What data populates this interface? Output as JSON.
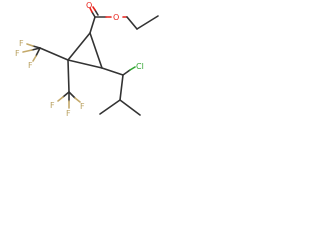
{
  "molecule": {
    "atoms": {
      "o_carbonyl": "O",
      "o_ester": "O",
      "f_left_top": "F",
      "f_left_mid": "F",
      "f_left_bot": "F",
      "f_bot_left": "F",
      "f_bot_mid": "F",
      "f_bot_right": "F",
      "cl": "Cl"
    },
    "colors": {
      "bond": "#333333",
      "oxygen": "#e8221b",
      "fluorine": "#b8a060",
      "chlorine": "#2fa52f"
    }
  }
}
